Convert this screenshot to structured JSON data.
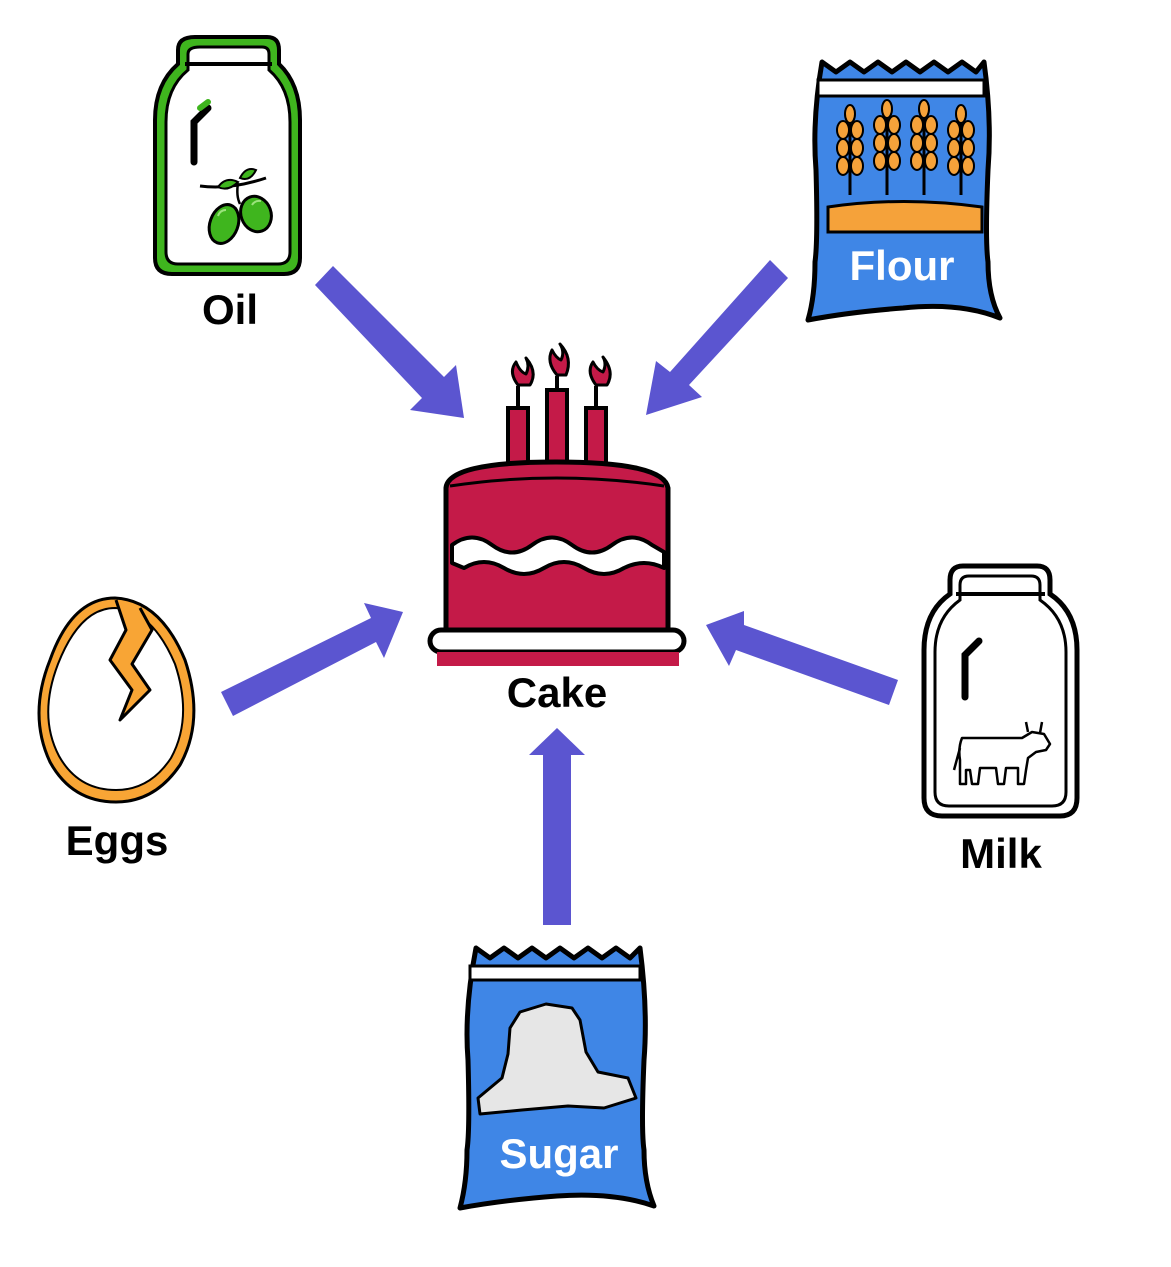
{
  "labels": {
    "oil": "Oil",
    "flour": "Flour",
    "cake": "Cake",
    "eggs": "Eggs",
    "milk": "Milk",
    "sugar": "Sugar"
  },
  "colors": {
    "arrow": "#5b55d0",
    "cake": "#c41a48",
    "bag": "#3f86e6",
    "oil": "#3fb51e",
    "egg": "#f8a535",
    "wheat": "#f5a23a",
    "sugar_lump": "#e6e6e6",
    "outline": "#000000"
  },
  "icons": {
    "oil": "olive-oil-bottle-icon",
    "flour": "flour-bag-icon",
    "cake": "birthday-cake-icon",
    "eggs": "cracked-egg-icon",
    "milk": "milk-bottle-icon",
    "sugar": "sugar-bag-icon"
  }
}
